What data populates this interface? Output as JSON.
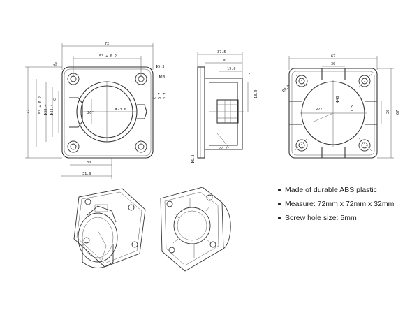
{
  "front_view": {
    "width": "72",
    "hole_spacing": "53 ± 0.2",
    "hole_dia": "Φ5.3",
    "boss_dia": "Φ10",
    "left_height": "53 ± 0.2",
    "total_height": "72",
    "inner_dia_1": "Φ38.4",
    "inner_dia_2": "Φ44.4",
    "letter_c": "C",
    "angle_26": "26°",
    "dia_23": "Φ23.6",
    "right_small_1": "5.7",
    "right_small_2": "2.7",
    "right_letter": "C",
    "bottom_30": "30",
    "bottom_31_9": "31.9",
    "r4": "R4"
  },
  "side_view": {
    "total_depth": "37.5",
    "body_depth": "30",
    "lip_depth": "19.6",
    "step": "2",
    "height_18_9": "18.9",
    "angle": "27.2°",
    "bottom_dia": "Φ5.3"
  },
  "back_view": {
    "width": "67",
    "rib_spacing": "30",
    "center_dia": "Φ48",
    "radius": "R27",
    "offset": "1.5",
    "right_20": "20",
    "right_67": "67",
    "corner_r": "R4.5"
  },
  "features": [
    "Made of durable ABS plastic",
    "Measure: 72mm x 72mm x 32mm",
    "Screw hole size: 5mm"
  ]
}
